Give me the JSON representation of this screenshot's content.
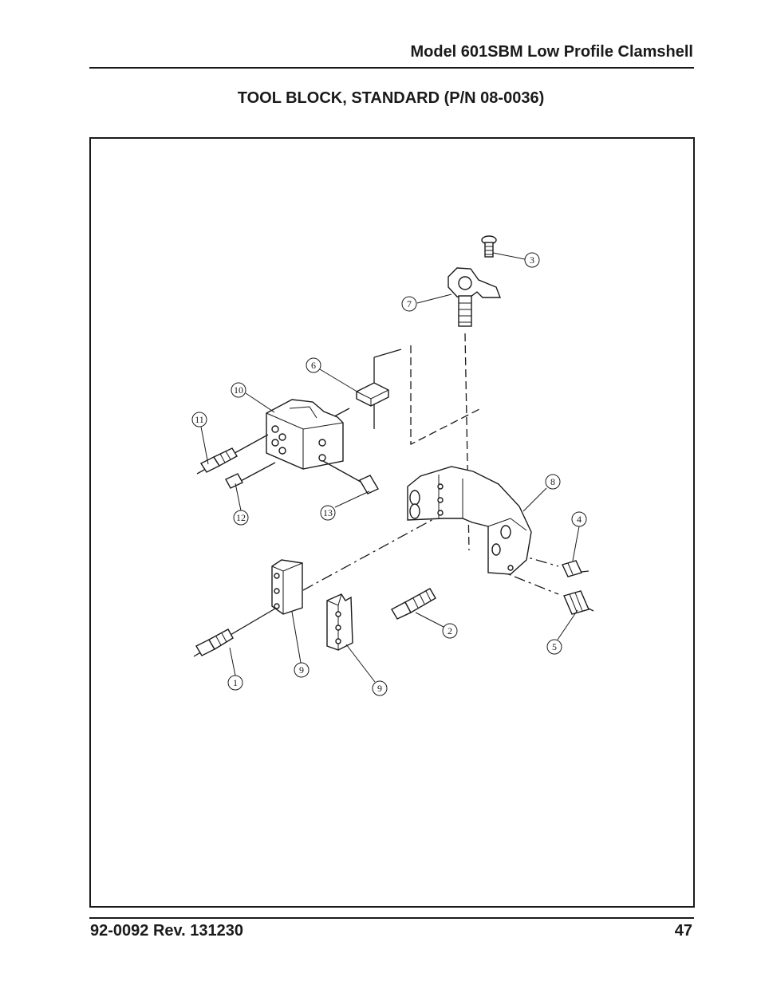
{
  "header": {
    "title": "Model 601SBM Low Profile Clamshell"
  },
  "section": {
    "title": "TOOL BLOCK, STANDARD (P/N 08-0036)"
  },
  "callouts": {
    "c1": "1",
    "c2": "2",
    "c3": "3",
    "c4": "4",
    "c5": "5",
    "c6": "6",
    "c7": "7",
    "c8": "8",
    "c9a": "9",
    "c9b": "9",
    "c10": "10",
    "c11": "11",
    "c12": "12",
    "c13": "13"
  },
  "footer": {
    "doc_number": "92-0092 Rev. 131230",
    "page_number": "47"
  }
}
